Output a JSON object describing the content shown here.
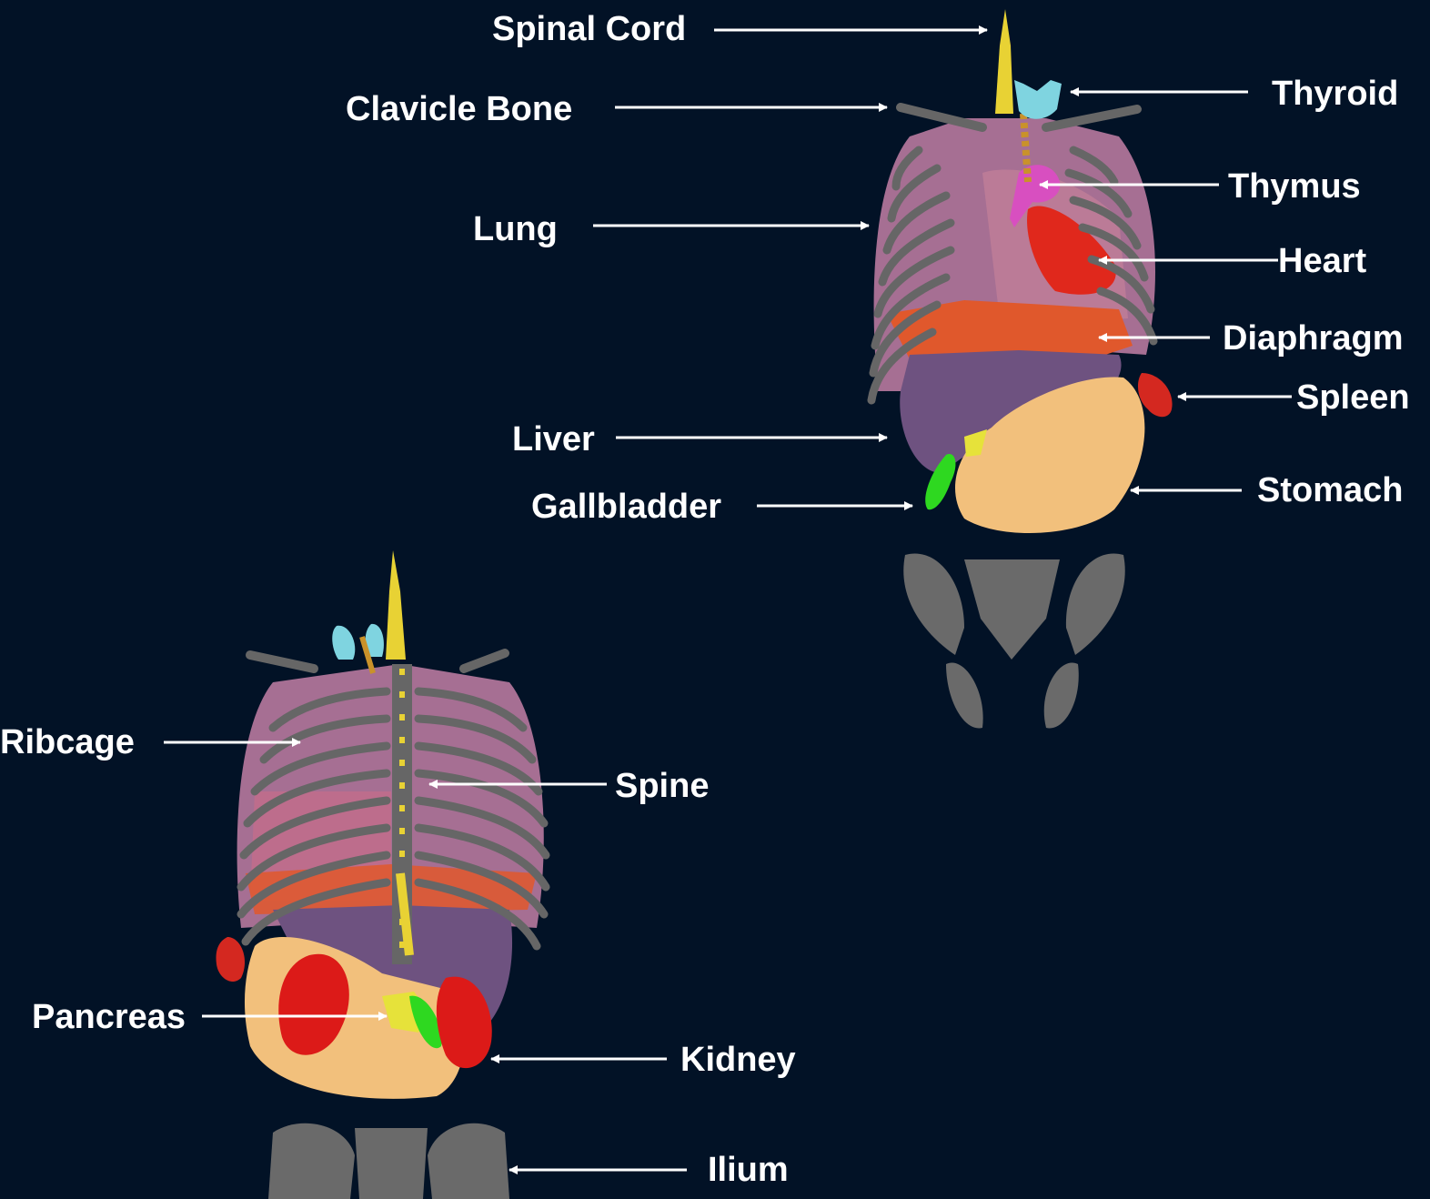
{
  "labels": {
    "spinal_cord": "Spinal Cord",
    "clavicle_bone": "Clavicle Bone",
    "thyroid": "Thyroid",
    "thymus": "Thymus",
    "lung": "Lung",
    "heart": "Heart",
    "diaphragm": "Diaphragm",
    "spleen": "Spleen",
    "liver": "Liver",
    "stomach": "Stomach",
    "gallbladder": "Gallbladder",
    "ribcage": "Ribcage",
    "spine": "Spine",
    "pancreas": "Pancreas",
    "kidney": "Kidney",
    "ilium": "Ilium"
  },
  "colors": {
    "background": "#021226",
    "label_text": "#ffffff",
    "arrow": "#ffffff",
    "bone": "#666666",
    "spinal_cord": "#e8d234",
    "thyroid": "#7fd4e0",
    "thymus": "#d84fc0",
    "lung": "#b87aa0",
    "heart": "#e0281c",
    "diaphragm": "#e0582c",
    "liver": "#6e5280",
    "stomach": "#f2c07c",
    "spleen": "#d42820",
    "gallbladder": "#2ed820",
    "pancreas": "#e6e23a",
    "kidney": "#dc1a18"
  }
}
